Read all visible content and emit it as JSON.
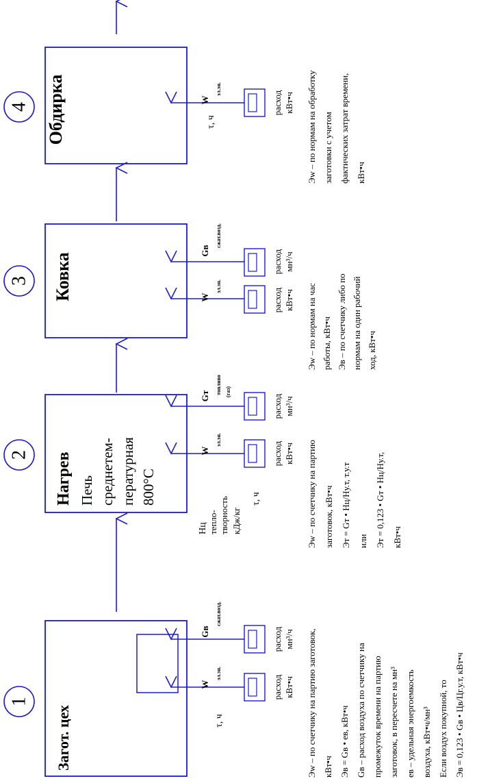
{
  "colors": {
    "accent": "#1a1ad6",
    "text": "#000000"
  },
  "stages": [
    {
      "number": "1",
      "title": "Загот. цех"
    },
    {
      "number": "2",
      "title": "Нагрев",
      "subtitle_lines": [
        "Печь",
        "среднетем-",
        "пературная",
        "800°С"
      ]
    },
    {
      "number": "3",
      "title": "Ковка"
    },
    {
      "number": "4",
      "title": "Обдирка"
    }
  ],
  "meters": {
    "w": "W",
    "w_sub": "эл.эн.",
    "w_unit_1": "расход",
    "w_unit_2": "кВт•ч",
    "gv": "Gв",
    "gv_sub": "сжат.возд.",
    "gv_unit_1": "расход",
    "gv_unit_2": "мн³/ч",
    "gt": "Gт",
    "gt_sub_1": "топливо",
    "gt_sub_2": "(газ)",
    "tau": "τ, ч",
    "hu_1": "Нц",
    "hu_2": "тепло-",
    "hu_3": "творность",
    "hu_4": "кДж/кг"
  },
  "notes": {
    "block1": [
      "Эw – по счетчику на партию заготовок,",
      "кВт•ч",
      "Эв = Gв • ев, кВт•ч",
      "Gв – расход воздуха по счетчику на",
      "промежуток времени на партию",
      "заготовок, в пересчете на мн³",
      "ев – удельная энергоемкость",
      "воздуха, кВт•ч/мн³",
      "Если воздух покупной, то",
      "Эв = 0,123 • Gв • Цв/Цг.у.т, кВт•ч"
    ],
    "block2": [
      "Эw – по счетчику на партию",
      "заготовок, кВт•ч",
      "Эт = Gт • Нц/Ну.т, т.у.т",
      "или",
      "Эт = 0,123 • Gт • Нц/Ну.т,",
      "кВт•ч"
    ],
    "block3": [
      "Эw – по нормам на час",
      "работы, кВт•ч",
      "Эв – по счетчику либо по",
      "нормам на один рабочий",
      "ход, кВт•ч"
    ],
    "block4": [
      "Эw – по нормам на обработку",
      "заготовки с учетом",
      "фактических затрат времени,",
      "кВт•ч"
    ]
  }
}
